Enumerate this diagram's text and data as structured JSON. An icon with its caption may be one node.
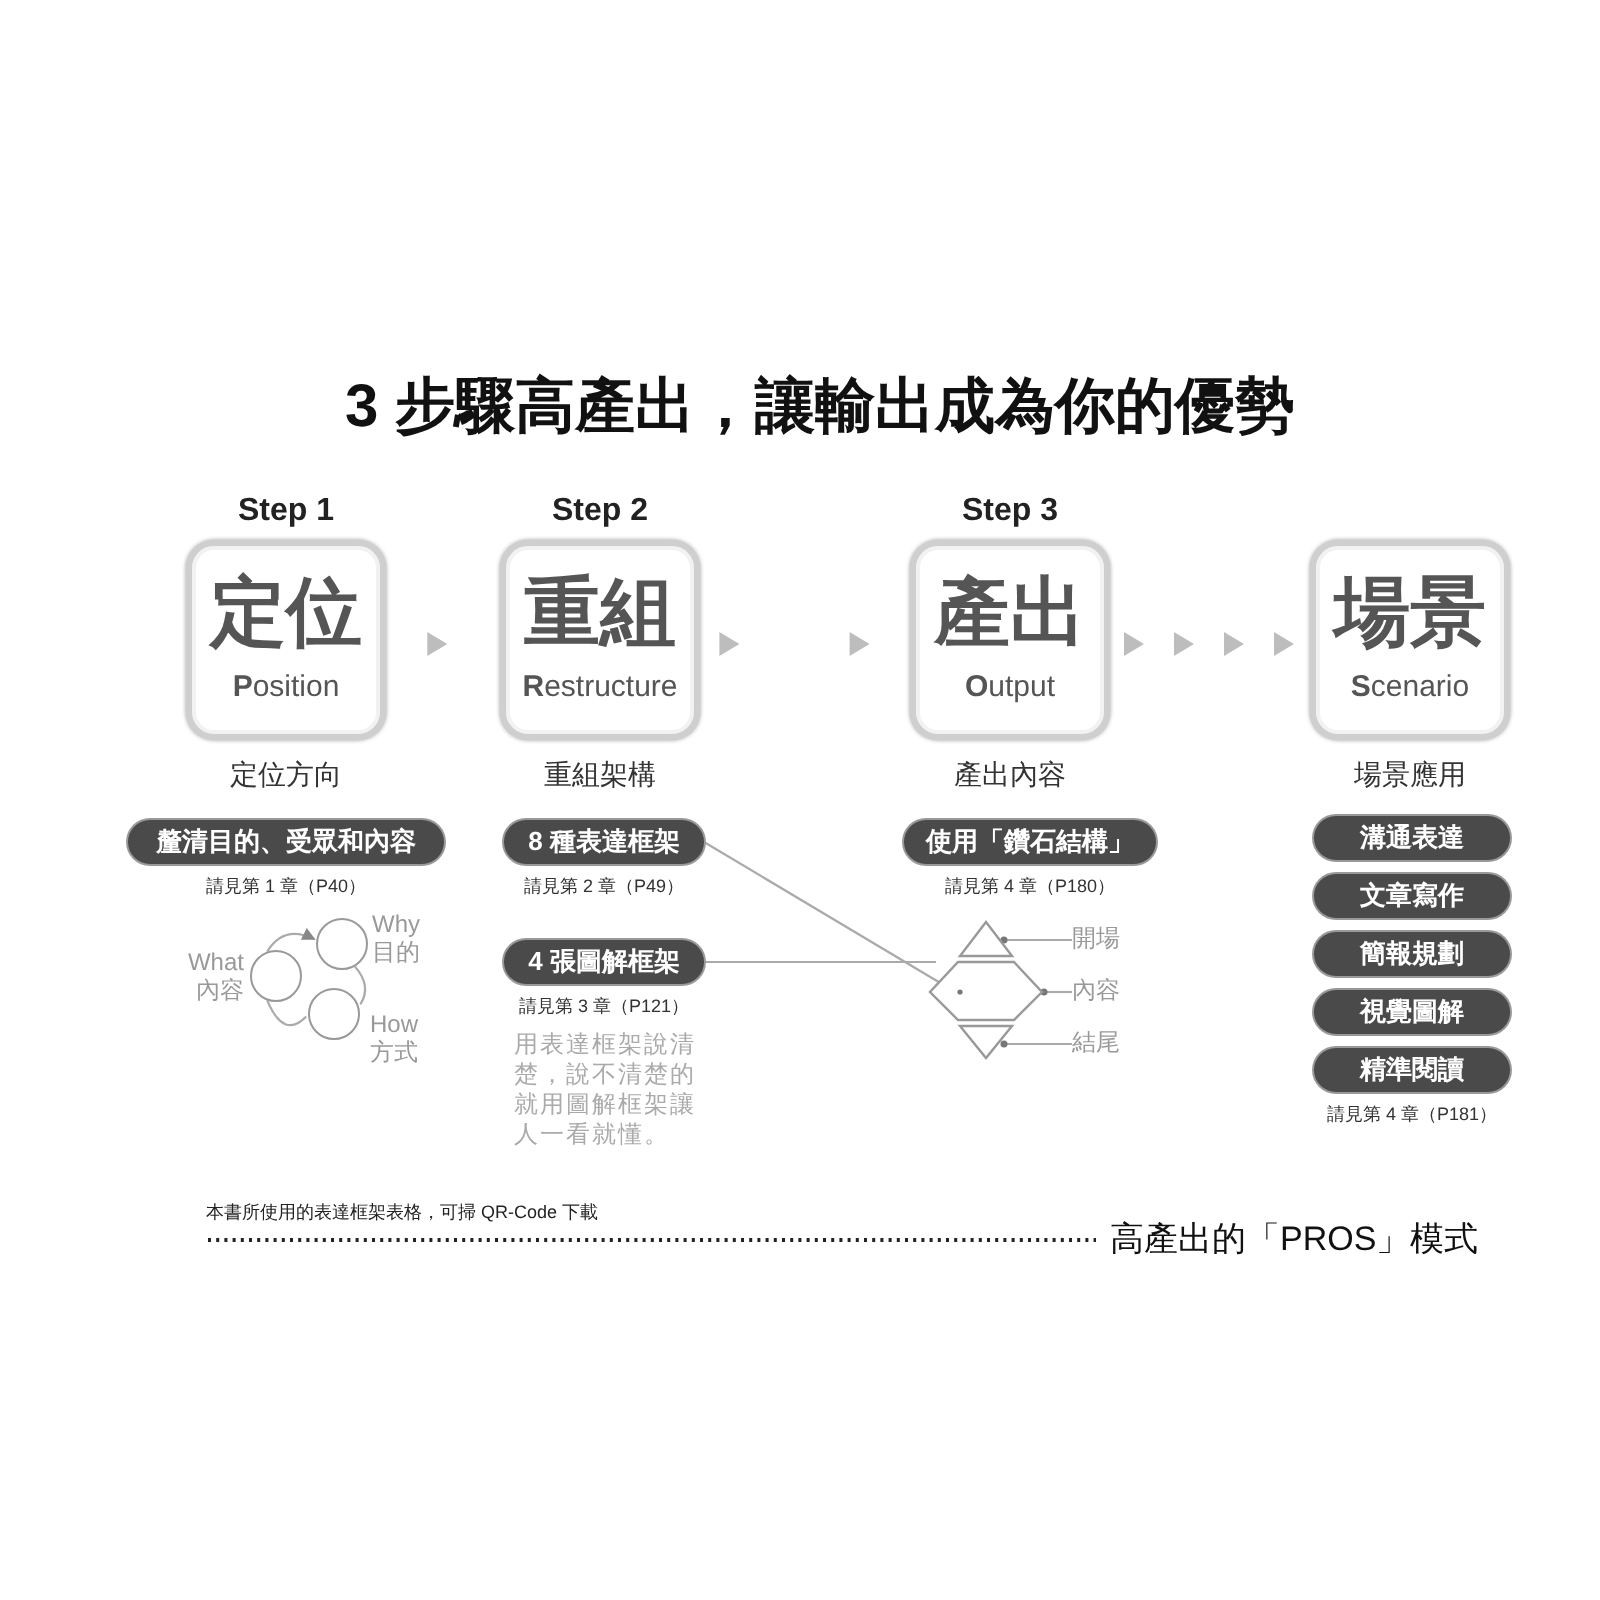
{
  "diagram": {
    "title": "3 步驟高產出，讓輸出成為你的優勢",
    "nodes": [
      {
        "text": [
          "Step 1",
          "定位",
          "**P**osition"
        ],
        "beside": [
          "定位方向"
        ]
      },
      {
        "text": [
          "Step 2",
          "重組",
          "**R**estructure"
        ],
        "beside": [
          "重組架構"
        ]
      },
      {
        "text": [
          "Step 3",
          "產出",
          "**O**utput"
        ],
        "beside": [
          "產出內容"
        ]
      },
      {
        "text": [
          "場景",
          "**S**cenario"
        ],
        "beside": [
          "場景應用"
        ]
      },
      {
        "text": [
          "釐清目的、受眾和內容"
        ],
        "beside": [
          "請見第 1 章（P40）"
        ]
      },
      {
        "text": [
          "8 種表達框架"
        ],
        "beside": [
          "請見第 2 章（P49）"
        ]
      },
      {
        "text": [
          "4 張圖解框架"
        ],
        "beside": [
          "請見第 3 章（P121）"
        ]
      },
      {
        "text": [
          "使用「鑽石結構」"
        ],
        "beside": [
          "請見第 4 章（P180）"
        ]
      },
      {
        "text": [
          "溝通表達"
        ]
      },
      {
        "text": [
          "文章寫作"
        ]
      },
      {
        "text": [
          "簡報規劃"
        ]
      },
      {
        "text": [
          "視覺圖解"
        ]
      },
      {
        "text": [
          "精準閱讀"
        ],
        "beside": [
          "請見第 4 章（P181）"
        ]
      },
      {
        "text": [],
        "shape": "diamond"
      },
      {
        "text": [
          "開場"
        ]
      },
      {
        "text": [
          "內容"
        ]
      },
      {
        "text": [
          "結尾"
        ]
      },
      {
        "text": [],
        "shape": "circle",
        "beside": [
          "What 內容"
        ]
      },
      {
        "text": [],
        "shape": "circle",
        "beside": [
          "Why 目的"
        ]
      },
      {
        "text": [],
        "shape": "circle",
        "beside": [
          "How 方式"
        ]
      }
    ],
    "edges": [
      {
        "from": 0,
        "to": 1,
        "arrow": "to"
      },
      {
        "from": 1,
        "to": 2,
        "arrow": "to"
      },
      {
        "from": 2,
        "to": 3,
        "arrow": "to"
      },
      {
        "from": 5,
        "to": 13,
        "arrow": "none"
      },
      {
        "from": 6,
        "to": 13,
        "arrow": "none"
      },
      {
        "from": 14,
        "to": 13,
        "arrow": "other"
      },
      {
        "from": 15,
        "to": 13,
        "arrow": "other"
      },
      {
        "from": 16,
        "to": 13,
        "arrow": "other"
      },
      {
        "from": 17,
        "to": 18,
        "arrow": "to"
      },
      {
        "from": 17,
        "to": 19,
        "arrow": "none"
      },
      {
        "from": 18,
        "to": 19,
        "arrow": "none"
      }
    ],
    "labels": [
      "用表達框架說清楚，說不清楚的就用圖解框架讓人一看就懂。",
      "本書所使用的表達框架表格，可掃 QR-Code 下載",
      "高產出的「PROS」模式"
    ]
  }
}
